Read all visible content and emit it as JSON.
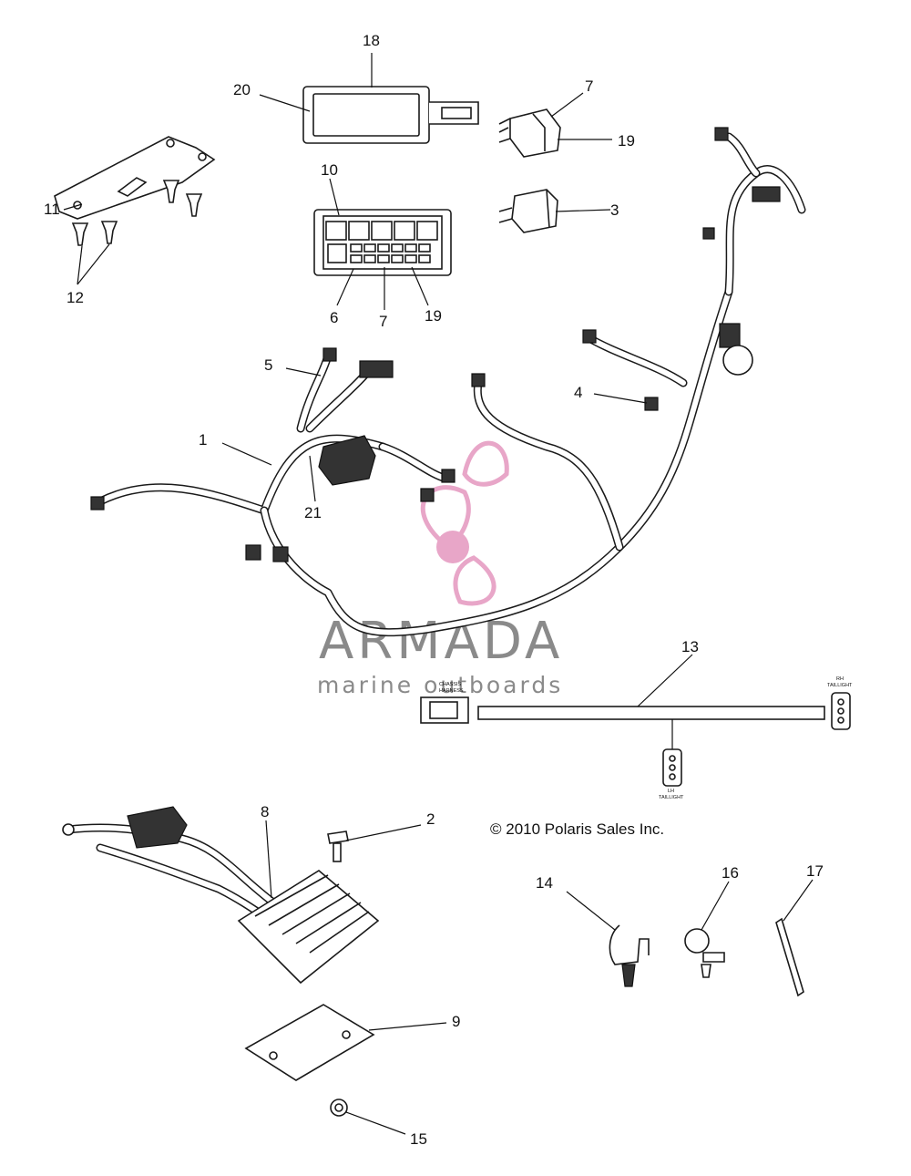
{
  "callouts": {
    "c1": "1",
    "c2": "2",
    "c3": "3",
    "c4": "4",
    "c5": "5",
    "c6": "6",
    "c7a": "7",
    "c7b": "7",
    "c8": "8",
    "c9": "9",
    "c10": "10",
    "c11": "11",
    "c12": "12",
    "c13": "13",
    "c14": "14",
    "c15": "15",
    "c16": "16",
    "c17": "17",
    "c18": "18",
    "c19a": "19",
    "c19b": "19",
    "c20": "20",
    "c21": "21"
  },
  "copyright": "© 2010 Polaris Sales Inc.",
  "watermark": {
    "title": "ARMADA",
    "subtitle": "marine outboards",
    "title_color": "#8a8a8a",
    "logo_color": "#e8a6c8"
  },
  "connector_labels": {
    "chassis": "CHASSIS",
    "harness": "HARNESS",
    "rh": "RH",
    "lh": "LH",
    "taillight_rh": "TAILLIGHT",
    "taillight_lh": "TAILLIGHT"
  }
}
